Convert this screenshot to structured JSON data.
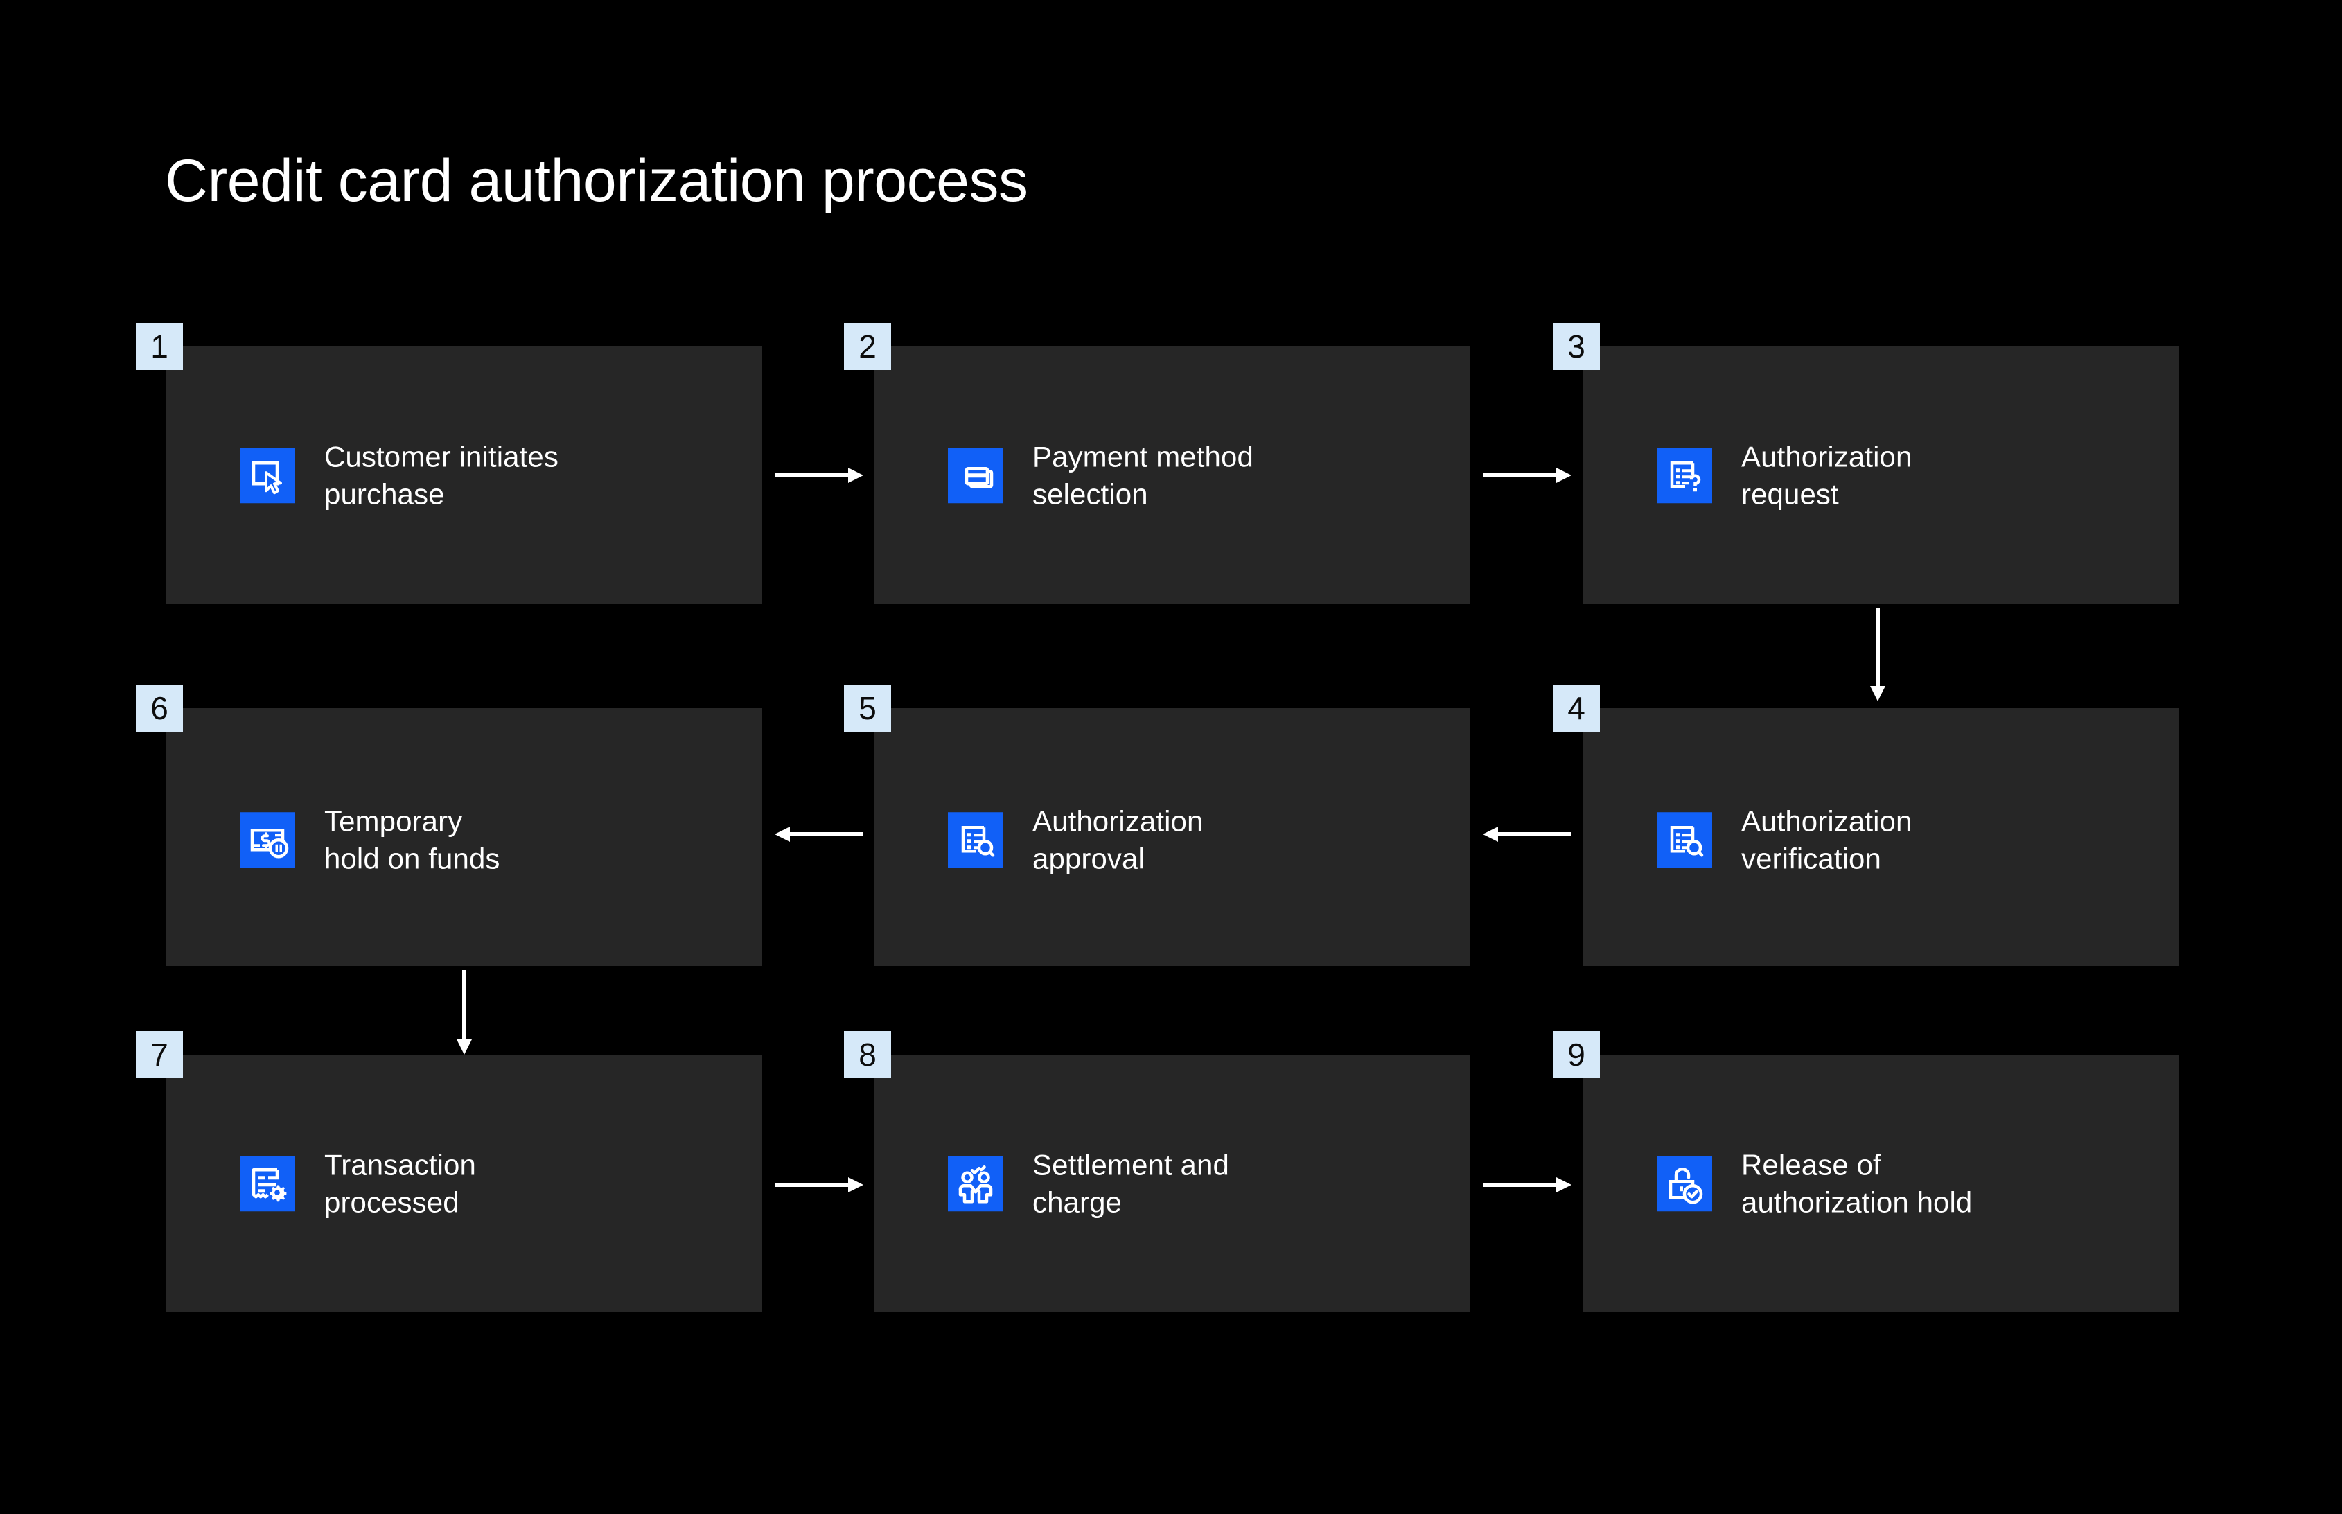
{
  "page": {
    "title": "Credit card authorization process",
    "background_color": "#000000",
    "card_color": "#262626",
    "badge_color": "#d6e9f9",
    "badge_text_color": "#0c0c0c",
    "icon_tile_color": "#1160f7",
    "text_color": "#ffffff",
    "arrow_color": "#ffffff"
  },
  "diagram": {
    "type": "flowchart",
    "layout": "3x3-boustrophedon",
    "steps": [
      {
        "number": "1",
        "label": "Customer initiates\npurchase",
        "icon": "cursor-click-icon",
        "row": 1,
        "column": 1
      },
      {
        "number": "2",
        "label": "Payment method\nselection",
        "icon": "stacked-credit-cards-icon",
        "row": 1,
        "column": 2
      },
      {
        "number": "3",
        "label": "Authorization\nrequest",
        "icon": "document-question-icon",
        "row": 1,
        "column": 3
      },
      {
        "number": "4",
        "label": "Authorization\nverification",
        "icon": "document-search-icon",
        "row": 2,
        "column": 3
      },
      {
        "number": "5",
        "label": "Authorization\napproval",
        "icon": "document-search-icon",
        "row": 2,
        "column": 2
      },
      {
        "number": "6",
        "label": "Temporary\nhold on funds",
        "icon": "banknote-pause-icon",
        "row": 2,
        "column": 1
      },
      {
        "number": "7",
        "label": "Transaction\nprocessed",
        "icon": "receipt-gear-icon",
        "row": 3,
        "column": 1
      },
      {
        "number": "8",
        "label": "Settlement and\ncharge",
        "icon": "handshake-people-check-icon",
        "row": 3,
        "column": 2
      },
      {
        "number": "9",
        "label": "Release of\nauthorization hold",
        "icon": "unlocked-padlock-check-icon",
        "row": 3,
        "column": 3
      }
    ],
    "connectors": [
      {
        "from": "1",
        "to": "2",
        "direction": "right"
      },
      {
        "from": "2",
        "to": "3",
        "direction": "right"
      },
      {
        "from": "3",
        "to": "4",
        "direction": "down"
      },
      {
        "from": "4",
        "to": "5",
        "direction": "left"
      },
      {
        "from": "5",
        "to": "6",
        "direction": "left"
      },
      {
        "from": "6",
        "to": "7",
        "direction": "down"
      },
      {
        "from": "7",
        "to": "8",
        "direction": "right"
      },
      {
        "from": "8",
        "to": "9",
        "direction": "right"
      }
    ]
  }
}
